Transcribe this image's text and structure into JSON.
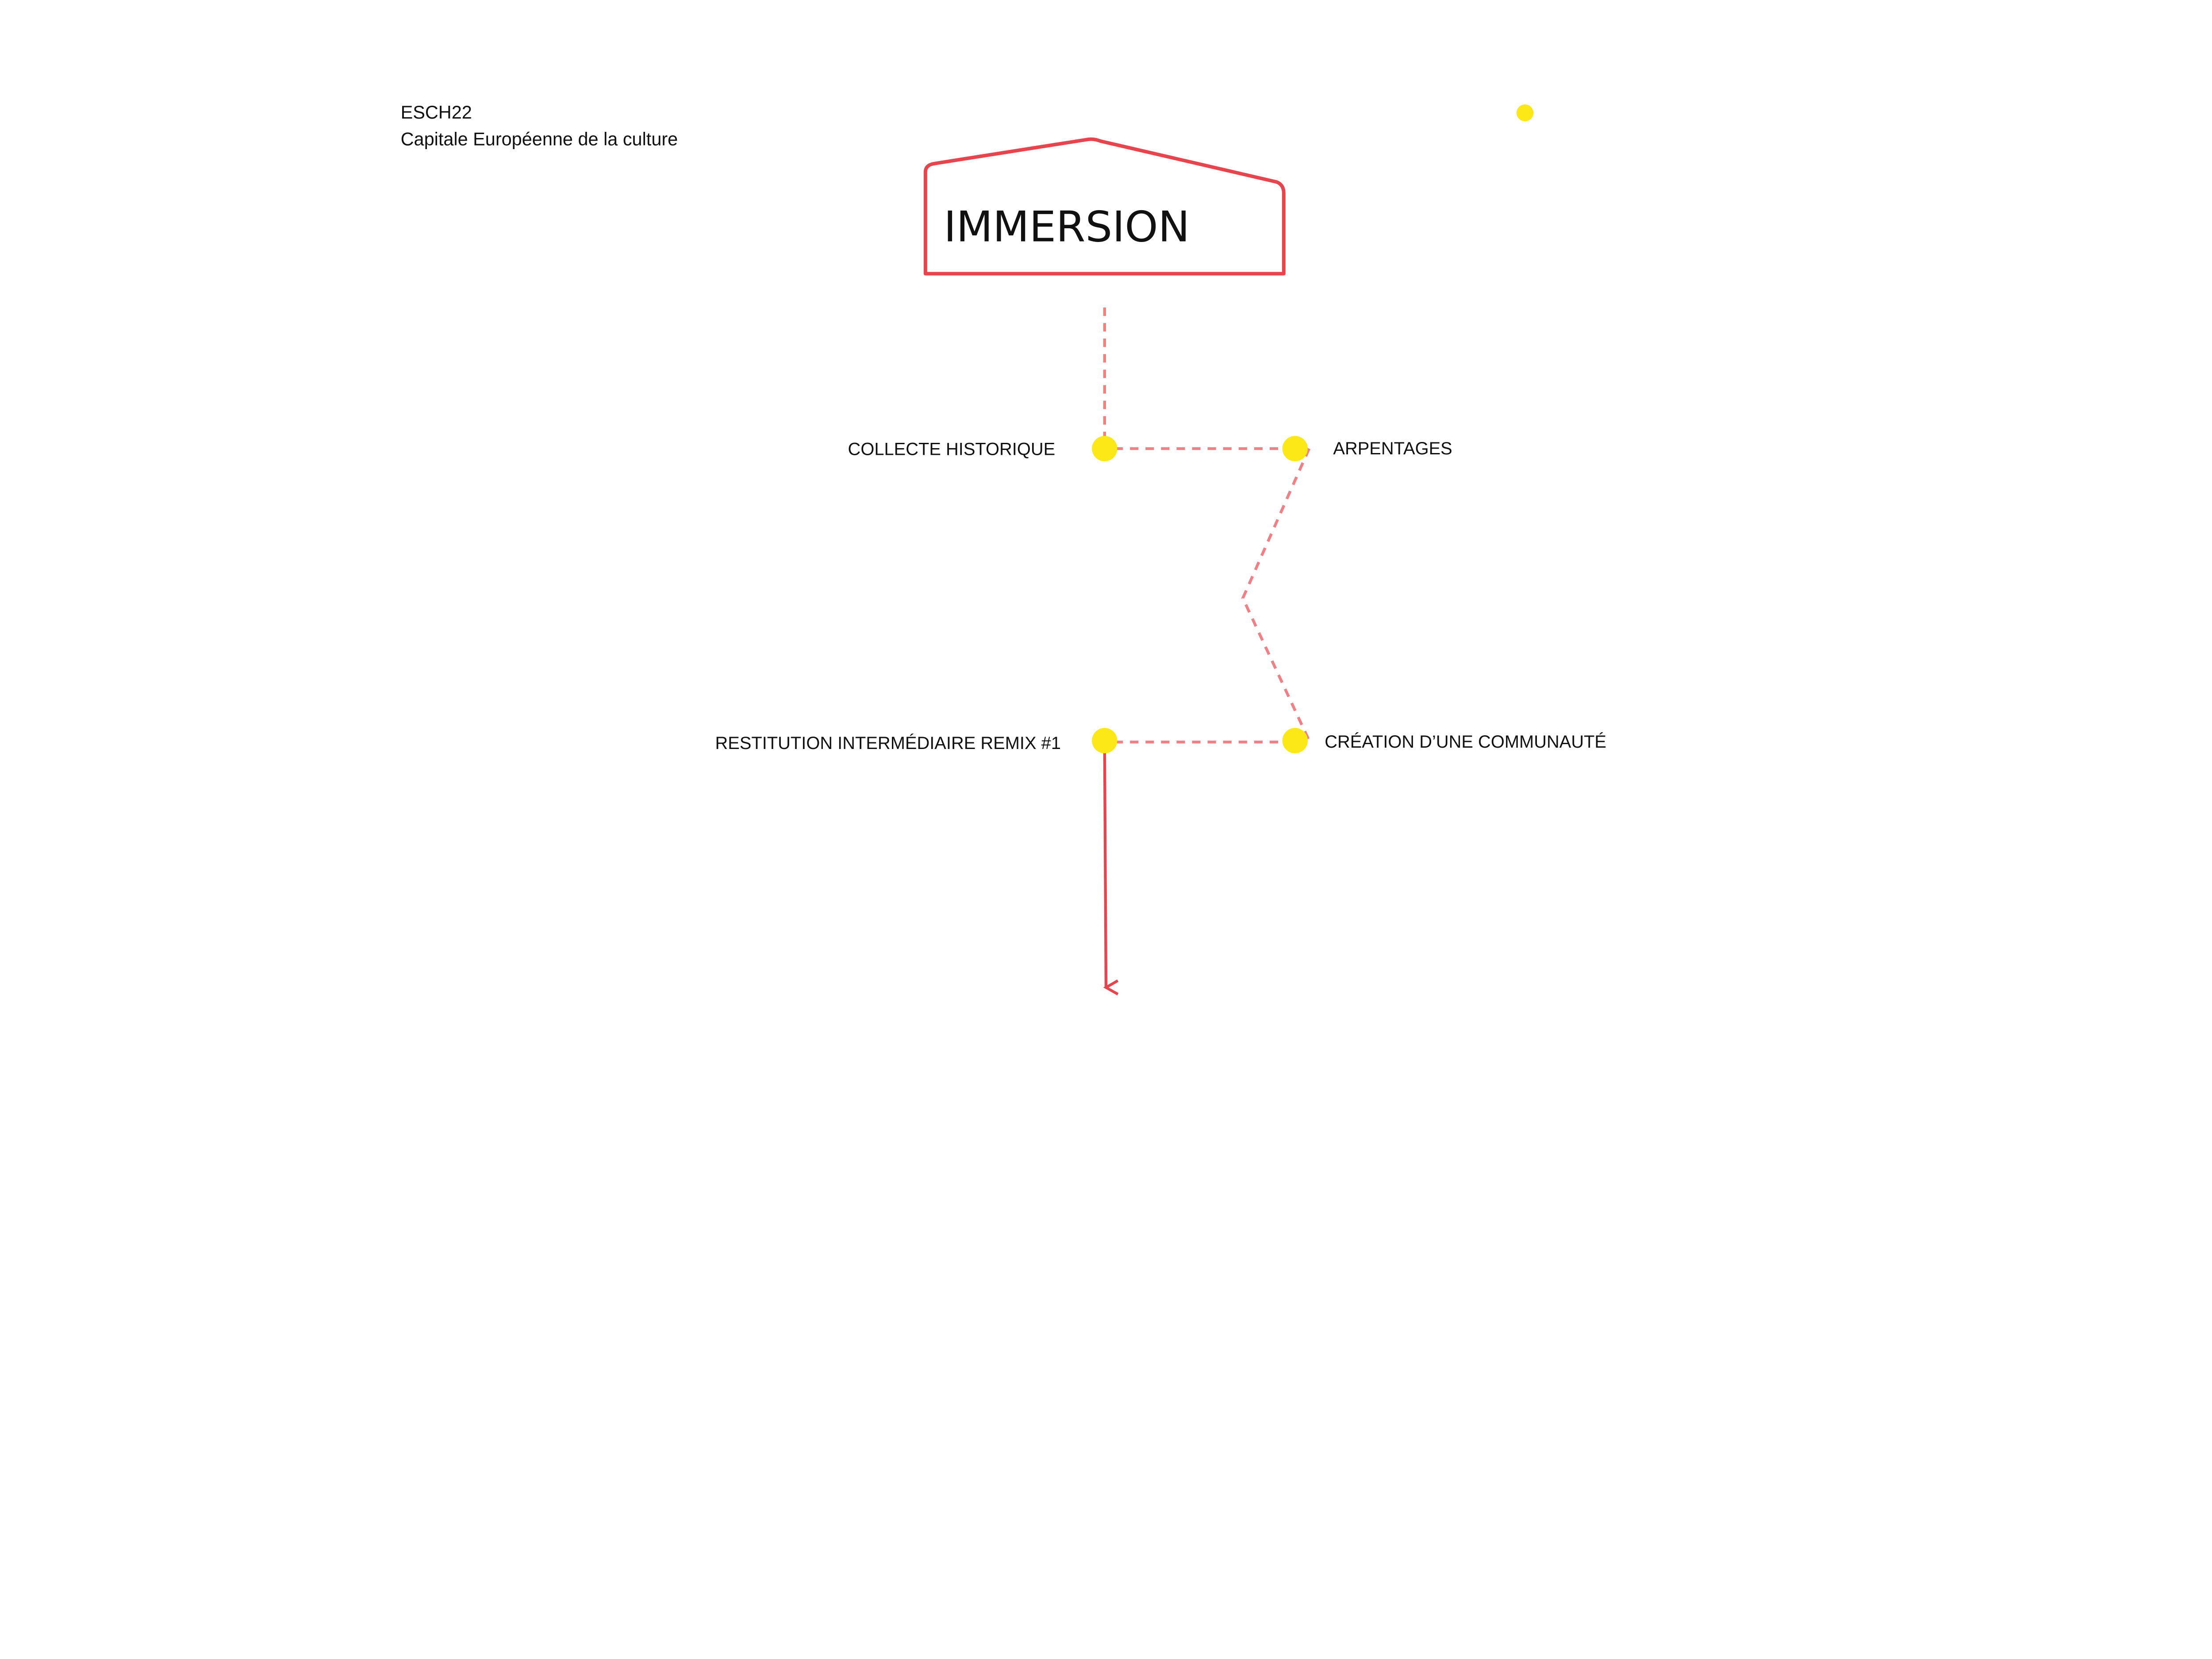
{
  "header": {
    "line1": "ESCH22",
    "line2": "Capitale Européenne de la culture"
  },
  "title": "IMMERSION",
  "steps": [
    {
      "label": "COLLECTE HISTORIQUE"
    },
    {
      "label": "ARPENTAGES"
    },
    {
      "label": "CRÉATION D’UNE COMMUNAUTÉ"
    },
    {
      "label": "RESTITUTION INTERMÉDIAIRE REMIX #1"
    }
  ],
  "colors": {
    "accent_red": "#e8444d",
    "dash_pink": "#f07f86",
    "node_yellow": "#fbe816",
    "text": "#111111"
  }
}
